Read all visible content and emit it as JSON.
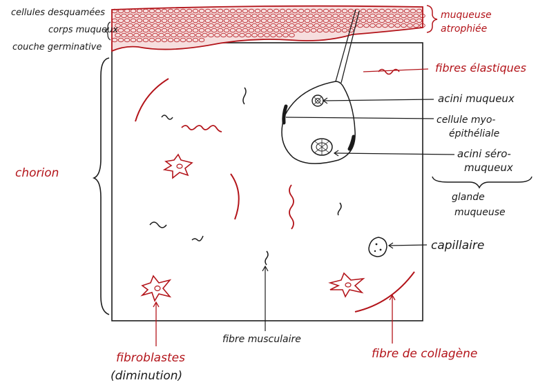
{
  "colors": {
    "ink": "#1a1a1a",
    "red": "#b3141a",
    "epithelium_fill": "#f6dede"
  },
  "labels": {
    "desquamated_cells": "cellules desquamées",
    "mucous_bodies": "corps muqueux",
    "germinative_layer": "couche germinative",
    "atrophied_mucosa_1": "muqueuse",
    "atrophied_mucosa_2": "atrophiée",
    "elastic_fibers": "fibres élastiques",
    "mucous_acini": "acini muqueux",
    "myoepithelial_cell_1": "cellule myo-",
    "myoepithelial_cell_2": "épithéliale",
    "seromucous_acini_1": "acini séro-",
    "seromucous_acini_2": "muqueux",
    "mucous_gland_1": "glande",
    "mucous_gland_2": "muqueuse",
    "chorion": "chorion",
    "capillary": "capillaire",
    "fibroblasts_1": "fibroblastes",
    "fibroblasts_2": "(diminution)",
    "muscle_fiber": "fibre musculaire",
    "collagen_fiber": "fibre de collagène"
  }
}
